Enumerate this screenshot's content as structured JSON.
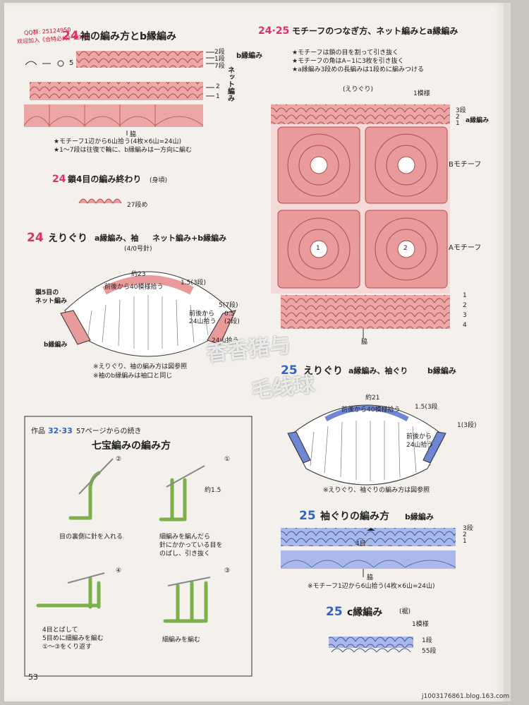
{
  "stamp": {
    "line1": "QQ群: 25124950",
    "line2": "欢迎加入《合特必约》姐妹群"
  },
  "s24_sleeve": {
    "num": "24",
    "title": "袖の編み方とb縁編み",
    "label_b": "b縁編み",
    "label_net": "ネット編み",
    "rows": [
      "2段",
      "1段",
      "7段",
      "2",
      "1"
    ],
    "wavy": "5",
    "bottom": "脇",
    "notes": [
      "★モチーフ1辺から6山拾う(4枚×6山=24山)",
      "★1〜7段は往復で輪に、b縁編みは一方向に編む"
    ]
  },
  "s24_end": {
    "num": "24",
    "title": "鎖4目の編み終わり",
    "sub": "(身頃)",
    "row": "27段め"
  },
  "s24_collar": {
    "num": "24",
    "title_a": "えりぐり",
    "title_b": "a縁編み、袖",
    "title_c": "ネット編み+b縁編み",
    "hook": "(4/0号針)",
    "approx": "約23",
    "pickup": "前後から40模様拾う",
    "r15": "1.5(3段)",
    "left_label_1": "鎖5目の",
    "left_label_2": "ネット編み",
    "r5": "5(7段)",
    "r05": "0.5",
    "r05b": "(2段)",
    "front_back": "前後から",
    "ridges": "24山拾う",
    "ridges2": "24山拾う",
    "b_edge": "b縁編み",
    "notes": [
      "※えりぐり、袖の編み方は図参照",
      "※袖のb縁編みは袖口と同じ"
    ]
  },
  "s2425_motif": {
    "num": "24·25",
    "title": "モチーフのつなぎ方、ネット編みとa縁編み",
    "notes": [
      "★モチーフは鎖の目を割って引き抜く",
      "★モチーフの角はA−1に3枚を引き抜く",
      "★a縁編み3段めの長編みは1段めに編みつける"
    ],
    "eri": "(えりぐり)",
    "pattern": "1模様",
    "rows_top": [
      "3段",
      "2",
      "1"
    ],
    "a_edge": "a縁編み",
    "b_motif": "Bモチーフ",
    "a_motif": "Aモチーフ",
    "motif_nums": [
      "1",
      "2"
    ],
    "rows_bottom": [
      "1",
      "2",
      "3",
      "4"
    ],
    "bottom": "脇"
  },
  "s25_collar": {
    "num": "25",
    "title_a": "えりぐり",
    "title_b": "a縁編み、袖ぐり",
    "title_c": "b縁編み",
    "approx": "約21",
    "pickup": "前後から40模様拾う",
    "r15": "1.5(3段",
    "r1": "1(3段)",
    "front_back": "前後から",
    "ridges": "24山拾う",
    "note": "※えりぐり、袖ぐりの編み方は図参照"
  },
  "s25_armhole": {
    "num": "25",
    "title": "袖ぐりの編み方",
    "sub": "b縁編み",
    "rows": [
      "3段",
      "2",
      "1"
    ],
    "eye": "4目",
    "bottom": "脇",
    "note": "※モチーフ1辺から6山拾う(4枚×6山=24山)"
  },
  "s25_c": {
    "num": "25",
    "title": "c縁編み",
    "sub": "(裾)",
    "pattern": "1模様",
    "r1": "1段",
    "r55": "55段"
  },
  "works": {
    "label": "作品",
    "nums": "32·33",
    "cont": "57ページからの続き",
    "title": "七宝編みの編み方",
    "steps": [
      "②",
      "①",
      "④",
      "③"
    ],
    "notes": [
      "目の裏側に針を入れる",
      "細編みを編んだら",
      "針にかかっている目を",
      "のばし、引き抜く",
      "約1.5",
      "4目とばして",
      "5目めに細編みを編む",
      "①〜③をくり返す",
      "細編みを編む"
    ]
  },
  "watermark": {
    "line1": "香香猪与",
    "line2": "毛线球"
  },
  "page_number": "53",
  "source": "j1003176861.blog.163.com",
  "colors": {
    "pink": "#e0306a",
    "blue": "#2f63c9",
    "motif_fill": "#e99a9a",
    "blue_fill": "#a9b8e8",
    "green": "#9ac86a"
  }
}
